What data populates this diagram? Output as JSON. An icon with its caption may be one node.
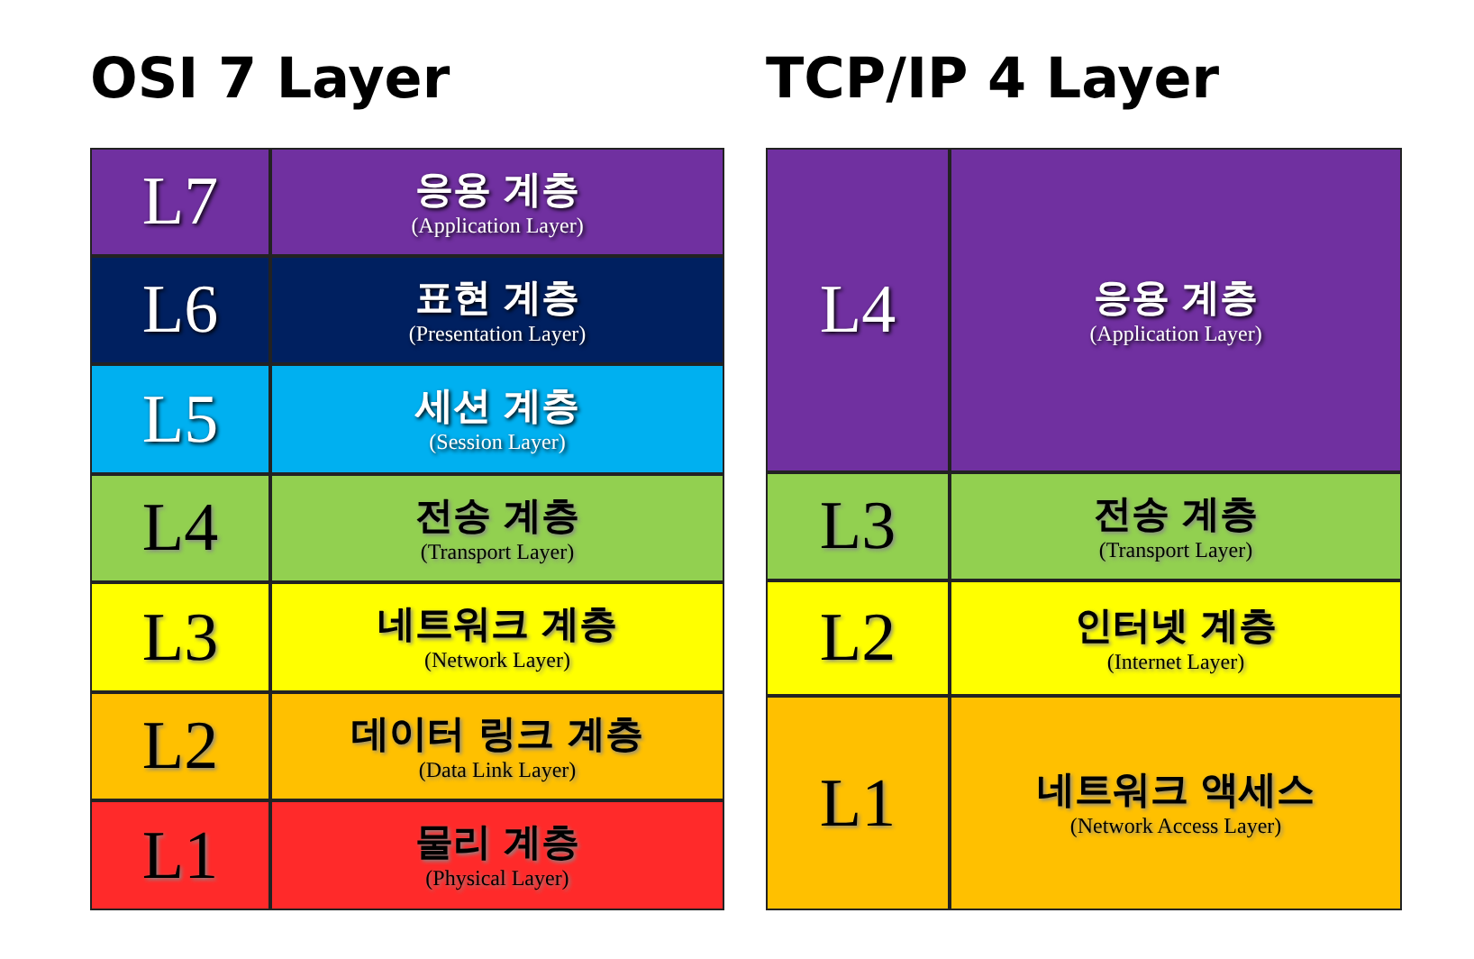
{
  "diagram": {
    "nodes": [
      {
        "text": [
          "OSI 7 Layer"
        ]
      },
      {
        "text": [
          "L7"
        ],
        "in": 0
      },
      {
        "text": [
          "응용 계층",
          "(Application Layer)"
        ],
        "in": 0
      },
      {
        "text": [
          "L6"
        ],
        "in": 0
      },
      {
        "text": [
          "표현 계층",
          "(Presentation Layer)"
        ],
        "in": 0
      },
      {
        "text": [
          "L5"
        ],
        "in": 0
      },
      {
        "text": [
          "세션 계층",
          "(Session Layer)"
        ],
        "in": 0
      },
      {
        "text": [
          "L4"
        ],
        "in": 0
      },
      {
        "text": [
          "전송 계층",
          "(Transport Layer)"
        ],
        "in": 0
      },
      {
        "text": [
          "L3"
        ],
        "in": 0
      },
      {
        "text": [
          "네트워크 계층",
          "(Network Layer)"
        ],
        "in": 0
      },
      {
        "text": [
          "L2"
        ],
        "in": 0
      },
      {
        "text": [
          "데이터 링크 계층",
          "(Data Link Layer)"
        ],
        "in": 0
      },
      {
        "text": [
          "L1"
        ],
        "in": 0
      },
      {
        "text": [
          "물리 계층",
          "(Physical Layer)"
        ],
        "in": 0
      },
      {
        "text": [
          "TCP/IP 4 Layer"
        ]
      },
      {
        "text": [
          "L4"
        ],
        "in": 15
      },
      {
        "text": [
          "응용 계층",
          "(Application Layer)"
        ],
        "in": 15
      },
      {
        "text": [
          "L3"
        ],
        "in": 15
      },
      {
        "text": [
          "전송 계층",
          "(Transport Layer)"
        ],
        "in": 15
      },
      {
        "text": [
          "L2"
        ],
        "in": 15
      },
      {
        "text": [
          "인터넷 계층",
          "(Internet Layer)"
        ],
        "in": 15
      },
      {
        "text": [
          "L1"
        ],
        "in": 15
      },
      {
        "text": [
          "네트워크 액세스",
          "(Network Access Layer)"
        ],
        "in": 15
      }
    ]
  }
}
